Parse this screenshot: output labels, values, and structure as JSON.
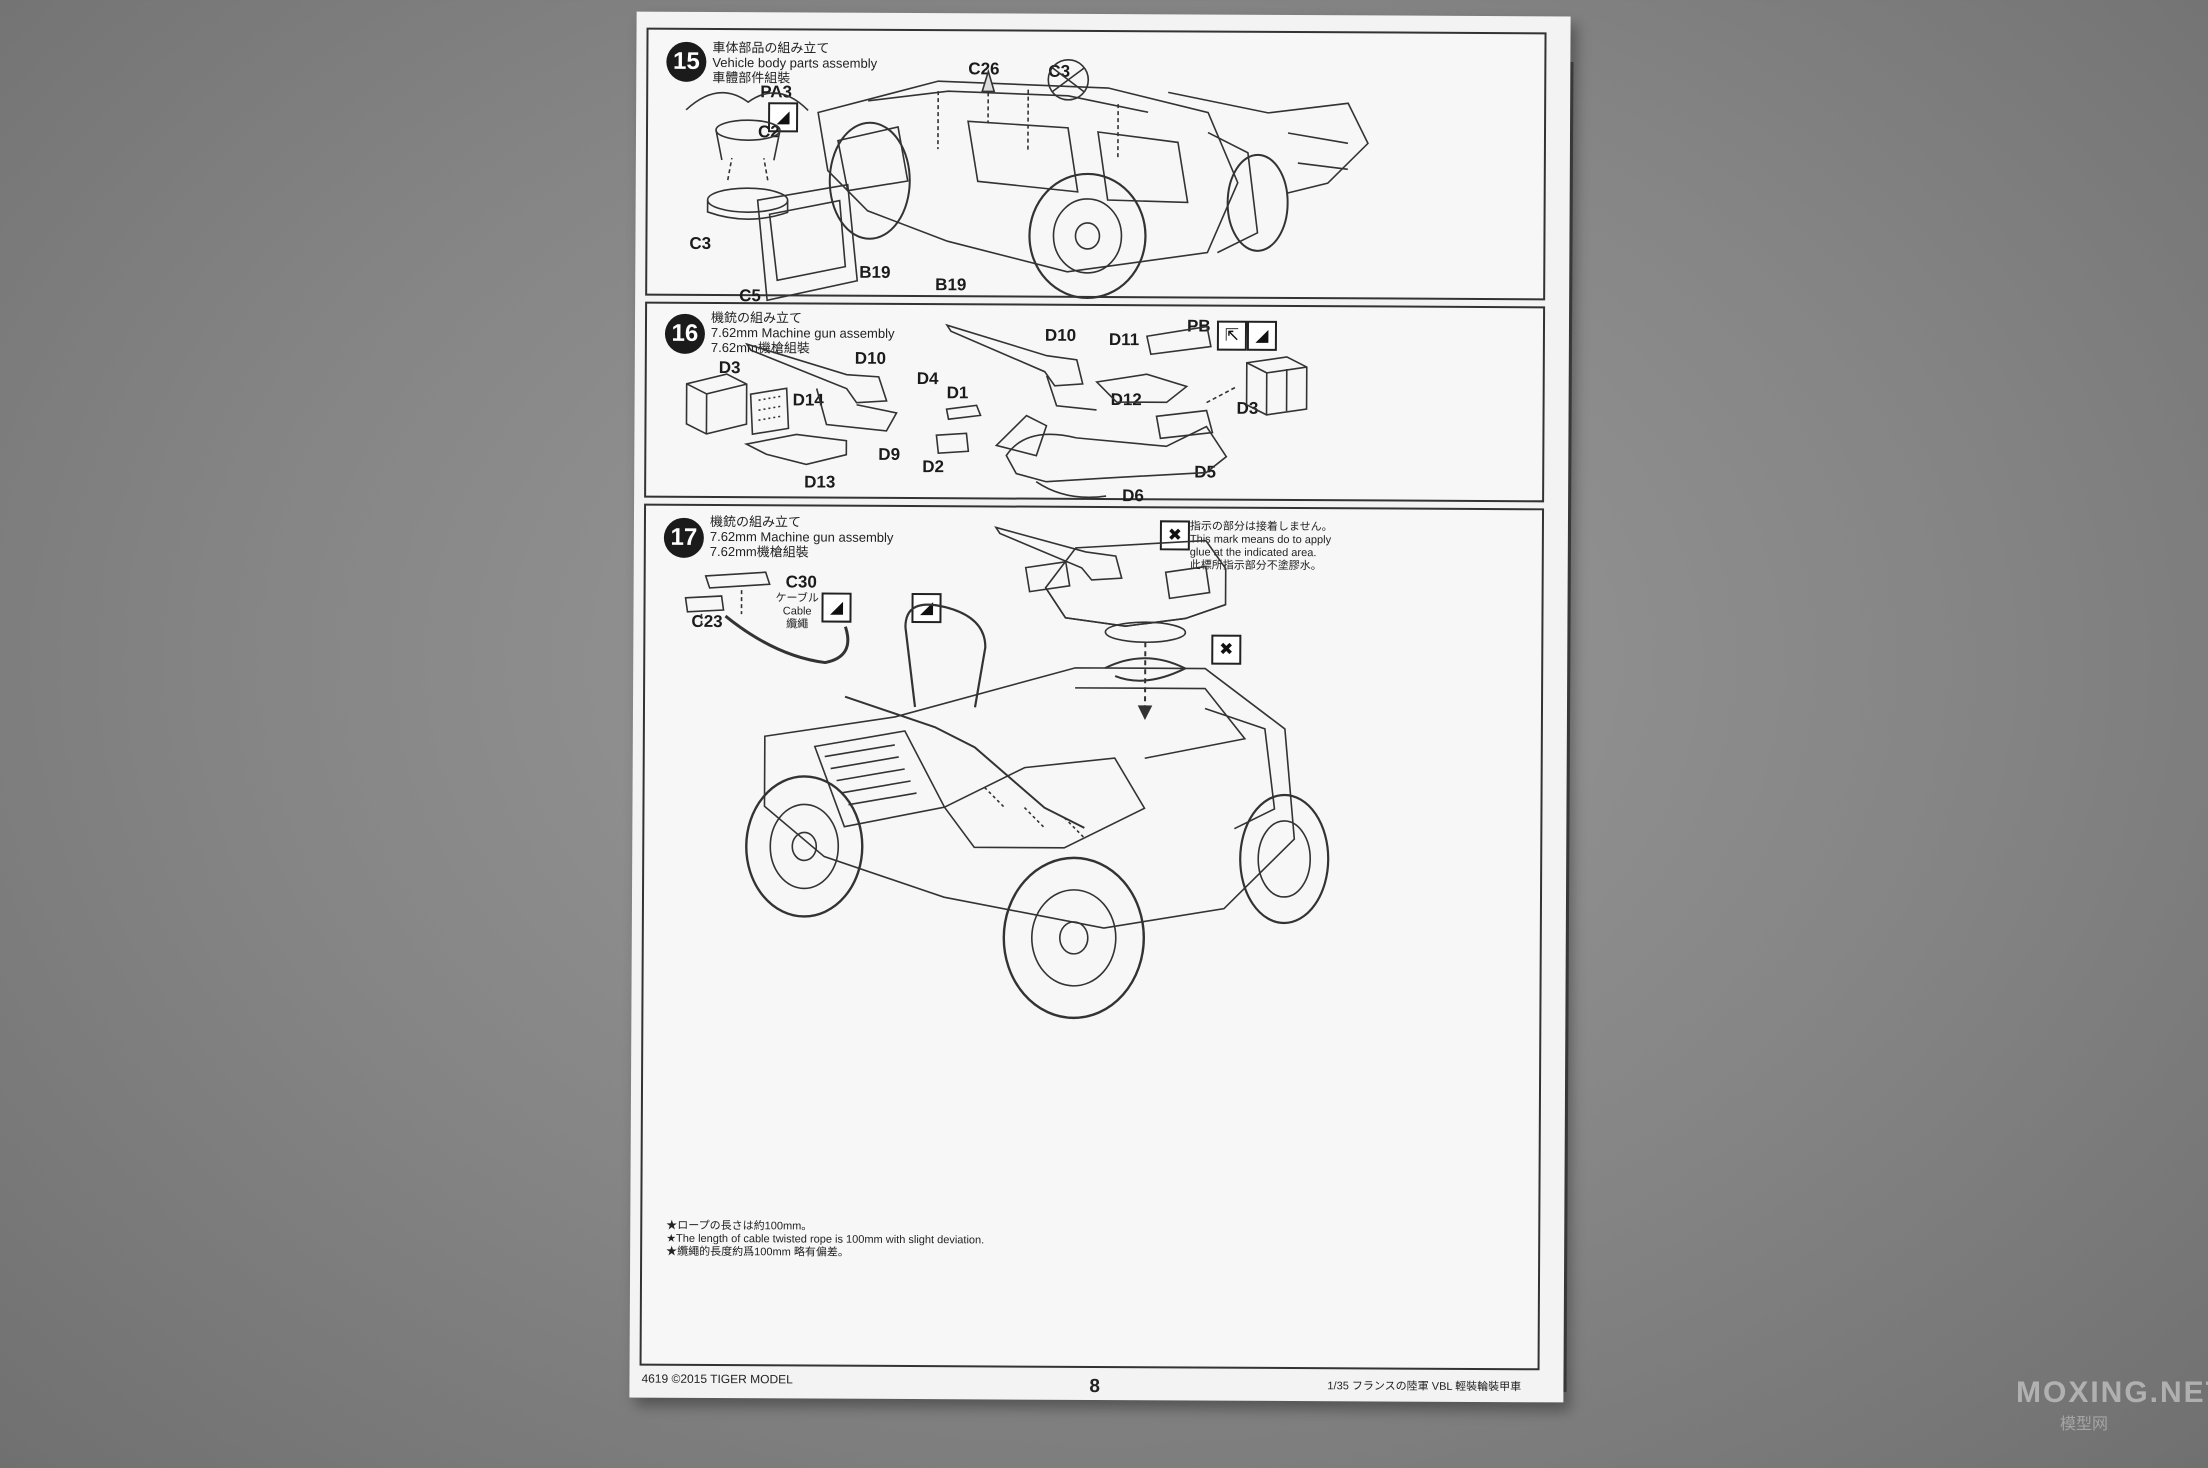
{
  "steps": [
    {
      "number": "15",
      "title_jp": "車体部品の組み立て",
      "title_en": "Vehicle body parts assembly",
      "title_zh": "車體部件組裝",
      "parts": [
        "PA3",
        "C2",
        "C3",
        "C26",
        "C3",
        "C5",
        "B19",
        "B19"
      ]
    },
    {
      "number": "16",
      "title_jp": "機銃の組み立て",
      "title_en": "7.62mm Machine gun assembly",
      "title_zh": "7.62mm機槍組裝",
      "parts": [
        "D10",
        "D11",
        "PB",
        "D3",
        "D10",
        "D4",
        "D1",
        "D12",
        "D3",
        "D14",
        "D9",
        "D2",
        "D5",
        "D13",
        "D6"
      ]
    },
    {
      "number": "17",
      "title_jp": "機銃の組み立て",
      "title_en": "7.62mm Machine gun assembly",
      "title_zh": "7.62mm機槍組裝",
      "parts": [
        "C30",
        "C23"
      ],
      "cable_label": [
        "ケーブル",
        "Cable",
        "纜繩"
      ],
      "glue_note": [
        "指示の部分は接着しません。",
        "This mark means do to apply",
        "glue at the indicated area.",
        "此標所指示部分不塗膠水。"
      ],
      "rope_note": [
        "★ロープの長さは約100mm。",
        "★The length of cable twisted rope is 100mm with slight deviation.",
        "★纜繩的長度約爲100mm 略有偏差。"
      ]
    }
  ],
  "footer": {
    "left": "4619  ©2015  TIGER MODEL",
    "page": "8",
    "right": "1/35 フランスの陸軍 VBL 輕裝輪裝甲車"
  },
  "watermark": {
    "main": "MOXING.NET",
    "sub": "模型网"
  },
  "colors": {
    "background": "#858585",
    "paper": "#f3f3f3",
    "ink": "#1b1b1b"
  }
}
